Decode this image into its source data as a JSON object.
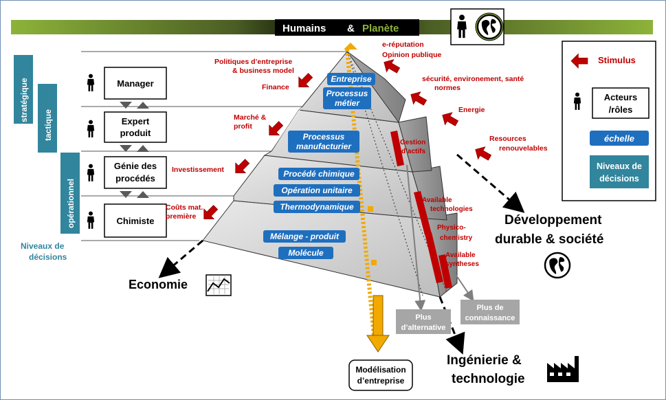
{
  "banner": {
    "humains": "Humains",
    "amp": "&",
    "planete": "Planète"
  },
  "levels": {
    "strategique": "stratégique",
    "tactique": "tactique",
    "operationnel": "opérationnel",
    "caption_l1": "Niveaux de",
    "caption_l2": "décisions"
  },
  "roles": {
    "manager": "Manager",
    "expert_l1": "Expert",
    "expert_l2": "produit",
    "genie_l1": "Génie des",
    "genie_l2": "procédés",
    "chimiste": "Chimiste"
  },
  "stimuli_left": {
    "politiques_l1": "Politiques d’entreprise",
    "politiques_l2": "& business model",
    "finance": "Finance",
    "marche_l1": "Marché &",
    "marche_l2": "profit",
    "investissement": "Investissement",
    "couts_l1": "Coûts mat.",
    "couts_l2": "première"
  },
  "stimuli_right": {
    "ereputation": "e-réputation",
    "opinion": "Opinion publique",
    "securite": "sécurité, environement, santé",
    "normes": "normes",
    "energie": "Energie",
    "resources_l1": "Resources",
    "resources_l2": "renouvelables"
  },
  "scales": {
    "entreprise": "Entreprise",
    "processus_l1": "Processus",
    "processus_l2": "métier",
    "manuf_l1": "Processus",
    "manuf_l2": "manufacturier",
    "procede": "Procédé chimique",
    "operation": "Opération unitaire",
    "thermo": "Thermodynamique",
    "melange": "Mélange - produit",
    "molecule": "Molécule"
  },
  "side_labels": {
    "gestion_l1": "Gestion",
    "gestion_l2": "d’actifs",
    "tech_l1": "Available",
    "tech_l2": "technologies",
    "physico_l1": "Physico-",
    "physico_l2": "chemistry",
    "synth_l1": "Available",
    "synth_l2": "syntheses"
  },
  "outcomes": {
    "economie": "Economie",
    "dev_l1": "Développement",
    "dev_l2": "durable & société",
    "ing_l1": "Ingénierie &",
    "ing_l2": "technologie",
    "modelisation_l1": "Modélisation",
    "modelisation_l2": "d’entreprise",
    "plus_alt_l1": "Plus",
    "plus_alt_l2": "d’alternative",
    "plus_conn_l1": "Plus de",
    "plus_conn_l2": "connaissance"
  },
  "legend": {
    "stimulus": "Stimulus",
    "acteurs_l1": "Acteurs",
    "acteurs_l2": "/rôles",
    "echelle": "échelle",
    "niveaux_l1": "Niveaux de",
    "niveaux_l2": "décisions"
  },
  "colors": {
    "red": "#c00000",
    "blue": "#1f6fbf",
    "teal": "#31859c",
    "green": "#8db33a",
    "orange": "#f2a900",
    "gray": "#7f7f7f"
  },
  "icons": [
    "person-icon",
    "globe-icon",
    "chart-icon",
    "factory-icon",
    "red-arrow-icon"
  ]
}
